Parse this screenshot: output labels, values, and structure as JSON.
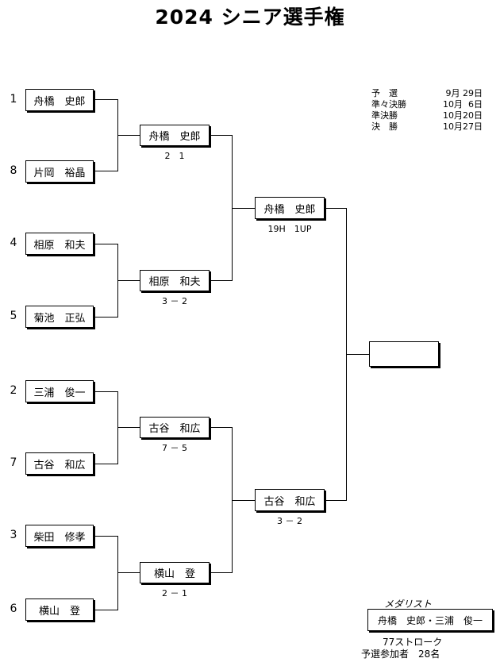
{
  "title": "2024  シニア選手権",
  "schedule": [
    {
      "stage": "予　選",
      "date": "9月 29日"
    },
    {
      "stage": "準々決勝",
      "date": "10月  6日"
    },
    {
      "stage": "準決勝",
      "date": "10月20日"
    },
    {
      "stage": "決　勝",
      "date": "10月27日"
    }
  ],
  "round1": [
    {
      "seed": "1",
      "name": "舟橋　史郎"
    },
    {
      "seed": "8",
      "name": "片岡　裕晶"
    },
    {
      "seed": "4",
      "name": "相原　和夫"
    },
    {
      "seed": "5",
      "name": "菊池　正弘"
    },
    {
      "seed": "2",
      "name": "三浦　俊一"
    },
    {
      "seed": "7",
      "name": "古谷　和広"
    },
    {
      "seed": "3",
      "name": "柴田　修孝"
    },
    {
      "seed": "6",
      "name": "横山　登"
    }
  ],
  "quarterfinal_winners": [
    {
      "name": "舟橋　史郎",
      "score": "2　1"
    },
    {
      "name": "相原　和夫",
      "score": "3 － 2"
    },
    {
      "name": "古谷　和広",
      "score": "7 － 5"
    },
    {
      "name": "横山　登",
      "score": "2 － 1"
    }
  ],
  "semifinal_winners": [
    {
      "name": "舟橋　史郎",
      "score": "19H　1UP"
    },
    {
      "name": "古谷　和広",
      "score": "3 － 2"
    }
  ],
  "final_winner": {
    "name": ""
  },
  "medalist": {
    "label": "メダリスト",
    "names": "舟橋　史郎・三浦　俊一",
    "stroke": "77ストローク",
    "participants": "予選参加者　28名"
  }
}
